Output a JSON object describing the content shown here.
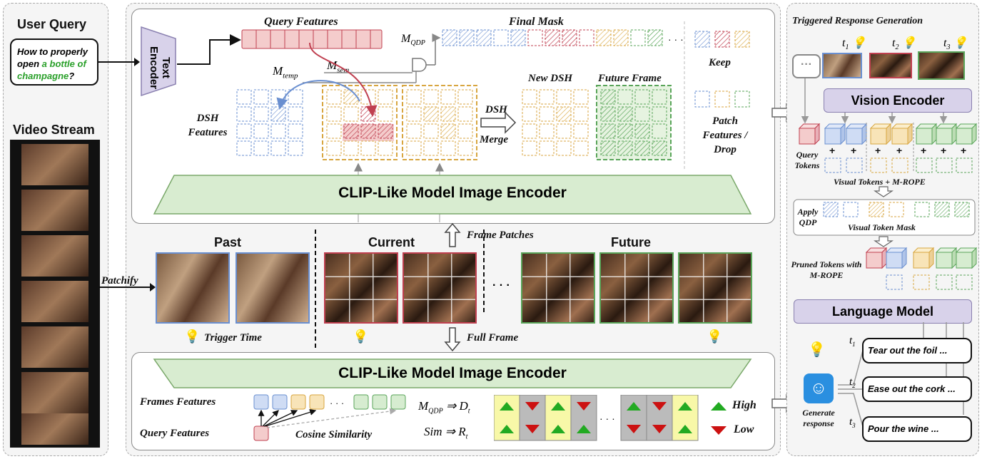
{
  "user_query": {
    "title": "User Query",
    "text_part1": "How to properly open ",
    "text_highlight": "a bottle of champagne",
    "text_end": "?"
  },
  "video_stream": {
    "title": "Video Stream"
  },
  "patchify": "Patchify",
  "text_encoder": "Text Encoder",
  "query_features": "Query Features",
  "final_mask": "Final Mask",
  "m_qdp": "M",
  "m_qdp_sub": "QDP",
  "m_temp": "M",
  "m_temp_sub": "temp",
  "m_sem": "M",
  "m_sem_sub": "sem",
  "dsh_features": "DSH Features",
  "dsh_merge_1": "DSH",
  "dsh_merge_2": "Merge",
  "new_dsh": "New DSH",
  "future_frame": "Future Frame",
  "keep": "Keep",
  "patch_features_drop": "Patch Features / Drop",
  "encoder_top": "CLIP-Like Model Image Encoder",
  "encoder_bottom": "CLIP-Like Model Image Encoder",
  "past": "Past",
  "current": "Current",
  "future": "Future",
  "frame_patches": "Frame Patches",
  "full_frame": "Full Frame",
  "trigger_time": "Trigger Time",
  "ellipsis": "· · ·",
  "frames_features": "Frames Features",
  "query_features_bottom": "Query Features",
  "cosine_similarity": "Cosine Similarity",
  "mqdp_to_dt": "M",
  "mqdp_sub": "QDP",
  "arrow_dt": "⇒ D",
  "dt_sub": "t",
  "sim_to_rt": "Sim ⇒ R",
  "rt_sub": "t",
  "high": "High",
  "low": "Low",
  "right_panel": {
    "title": "Triggered Response Generation",
    "t1": "t",
    "t1_sub": "1",
    "t2": "t",
    "t2_sub": "2",
    "t3": "t",
    "t3_sub": "3",
    "vision_encoder": "Vision Encoder",
    "query_tokens": "Query Tokens",
    "visual_tokens": "Visual Tokens + M-ROPE",
    "apply_qdp": "Apply QDP",
    "visual_token_mask": "Visual Token Mask",
    "pruned_tokens": "Pruned Tokens with M-ROPE",
    "language_model": "Language Model",
    "generate_response": "Generate response",
    "responses": [
      "Tear out the foil ...",
      "Ease out the cork ...",
      "Pour the wine ..."
    ]
  },
  "colors": {
    "blue": "#6a8fd0",
    "red": "#c04050",
    "yellow": "#d8a640",
    "green": "#5aa55a",
    "purple": "#d8d2ea",
    "encoder_green": "#d8ecd0"
  }
}
